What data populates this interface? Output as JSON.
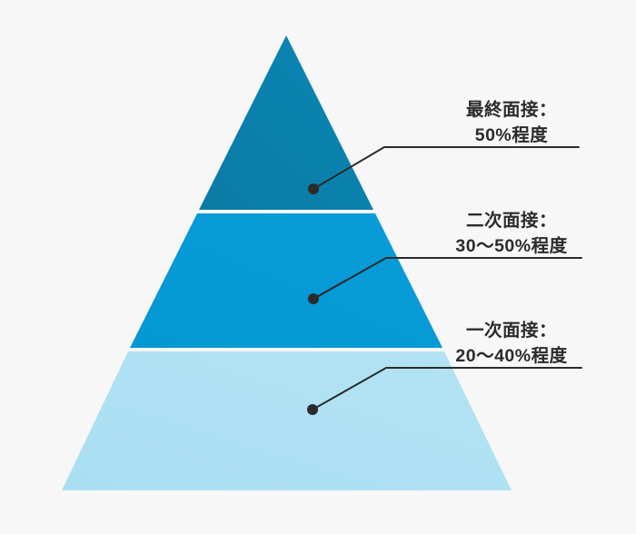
{
  "figure": {
    "type": "pyramid-diagram",
    "background_color": "#f7f7f7",
    "line_color": "#2b2b2b",
    "title": ""
  },
  "chart_data": {
    "type": "pie",
    "title": "",
    "xlabel": "",
    "ylabel": "",
    "categories": [
      "最終面接",
      "二次面接",
      "一次面接"
    ],
    "values": [
      "50%程度",
      "30〜50%程度",
      "20〜40%程度"
    ],
    "legend_position": "right",
    "grid": false
  },
  "tiers": [
    {
      "id": "tier-top",
      "label_line1": "最終面接：",
      "label_line2": "50%程度",
      "color": "#0b82ae",
      "color_alt": "#0a7ba5"
    },
    {
      "id": "tier-middle",
      "label_line1": "二次面接：",
      "label_line2": "30〜50%程度",
      "color": "#069ad6",
      "color_alt": "#0597d2"
    },
    {
      "id": "tier-bottom",
      "label_line1": "一次面接：",
      "label_line2": "20〜40%程度",
      "color": "#aee0f2",
      "color_alt": "#a9dff2"
    }
  ]
}
